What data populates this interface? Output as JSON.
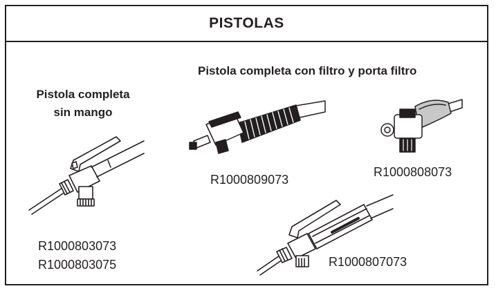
{
  "header": {
    "title": "PISTOLAS"
  },
  "groups": {
    "complete_with_filter_title": "Pistola completa con filtro y porta filtro",
    "no_handle_title_line1": "Pistola completa",
    "no_handle_title_line2": "sin mango"
  },
  "products": {
    "no_handle_code_1": "R1000803073",
    "no_handle_code_2": "R1000803075",
    "filter_hose_code": "R1000809073",
    "filter_body_code": "R1000808073",
    "long_handle_code": "R1000807073"
  },
  "colors": {
    "ink": "#231f20",
    "paper": "#ffffff",
    "mid": "#c8c8c8"
  }
}
